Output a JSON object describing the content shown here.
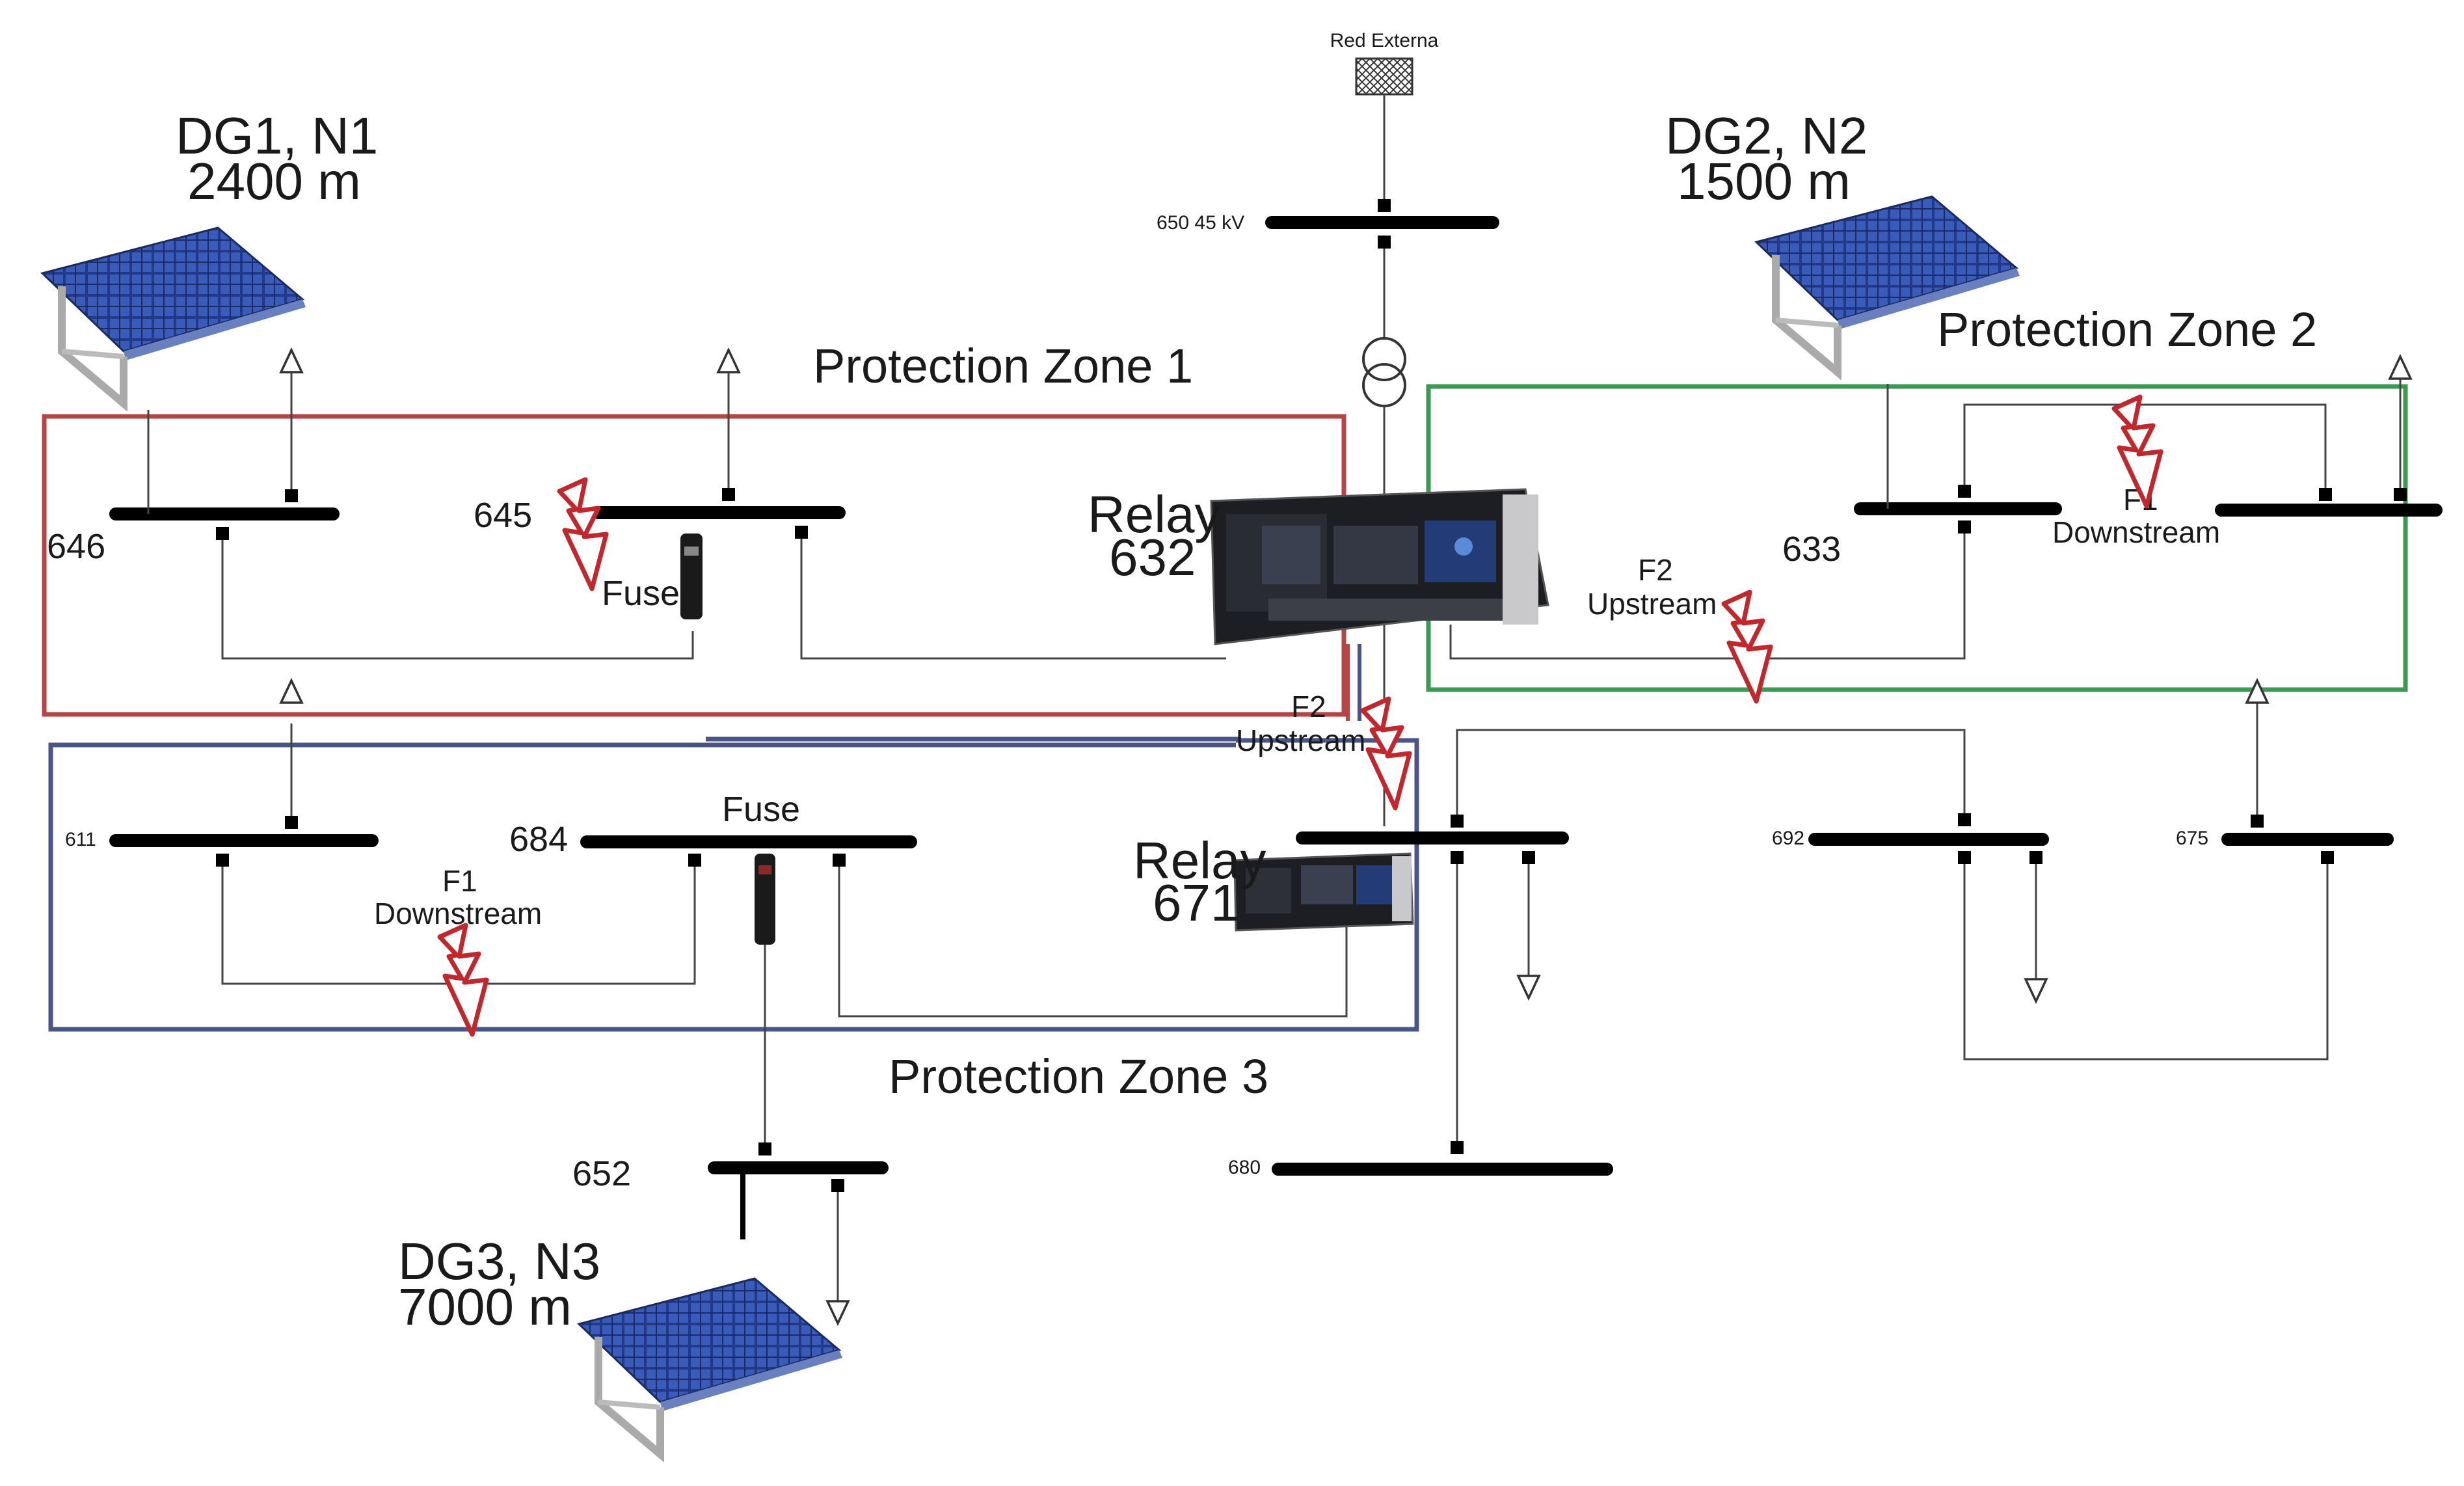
{
  "external_grid": {
    "label": "Red Externa",
    "icon": "grid-connection-icon"
  },
  "buses": {
    "b650": "650  45 kV",
    "b646": "646",
    "b645": "645",
    "b633": "633",
    "b611": "611",
    "b684": "684",
    "b692": "692",
    "b675": "675",
    "b652": "652",
    "b680": "680"
  },
  "generators": {
    "dg1": {
      "line1": "DG1, N1",
      "line2": "2400 m",
      "icon": "solar-panel-icon"
    },
    "dg2": {
      "line1": "DG2, N2",
      "line2": "1500 m",
      "icon": "solar-panel-icon"
    },
    "dg3": {
      "line1": "DG3, N3",
      "line2": "7000 m",
      "icon": "solar-panel-icon"
    }
  },
  "zones": {
    "z1": {
      "label": "Protection Zone 1",
      "color": "#b84545"
    },
    "z2": {
      "label": "Protection Zone 2",
      "color": "#3c9a52"
    },
    "z3": {
      "label": "Protection Zone 3",
      "color": "#4a5585"
    }
  },
  "relays": {
    "r632": {
      "line1": "Relay",
      "line2": "632",
      "icon": "protection-relay-icon"
    },
    "r671": {
      "line1": "Relay",
      "line2": "671",
      "icon": "protection-relay-icon"
    }
  },
  "fuses": {
    "f645": {
      "label": "Fuse",
      "icon": "fuse-icon"
    },
    "f684": {
      "label": "Fuse",
      "icon": "fuse-icon"
    }
  },
  "faults": {
    "z2_downstream": {
      "line1": "F1",
      "line2": "Downstream"
    },
    "z2_upstream": {
      "line1": "F2",
      "line2": "Upstream"
    },
    "center_upstream": {
      "line1": "F2",
      "line2": "Upstream"
    },
    "z3_downstream": {
      "line1": "F1",
      "line2": "Downstream"
    }
  },
  "colors": {
    "fault": "#c0282d",
    "bus": "#000000",
    "wire": "#333333"
  }
}
